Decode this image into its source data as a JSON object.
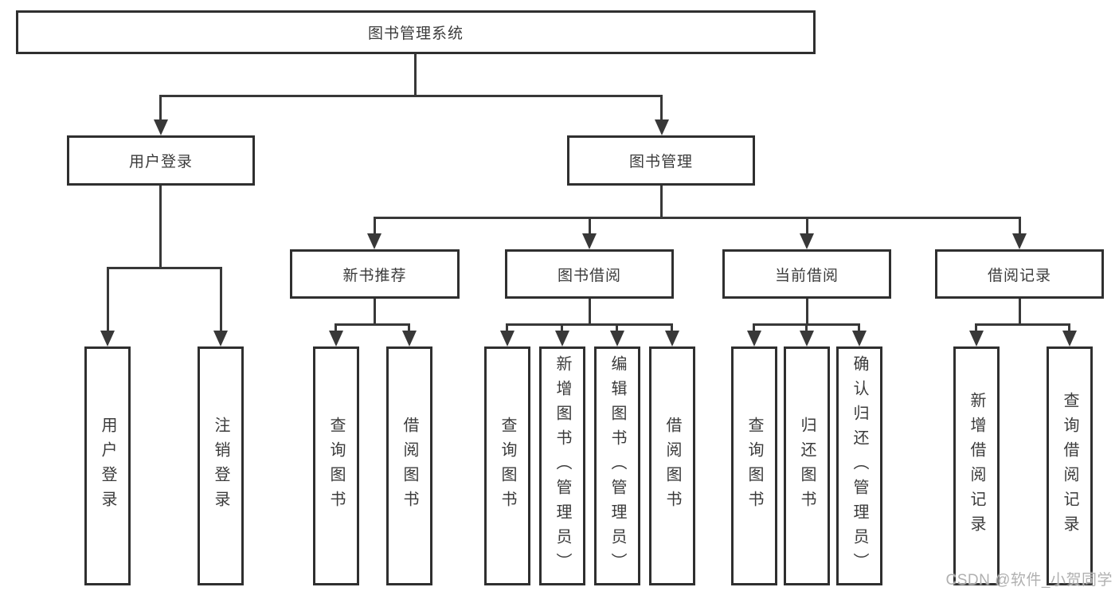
{
  "diagram": {
    "root": "图书管理系统",
    "user_login": {
      "label": "用户登录",
      "children": [
        "用户登录",
        "注销登录"
      ]
    },
    "book_management": {
      "label": "图书管理",
      "sections": [
        {
          "label": "新书推荐",
          "children": [
            "查询图书",
            "借阅图书"
          ]
        },
        {
          "label": "图书借阅",
          "children": [
            "查询图书",
            "新增图书（管理员）",
            "编辑图书（管理员）",
            "借阅图书"
          ]
        },
        {
          "label": "当前借阅",
          "children": [
            "查询图书",
            "归还图书",
            "确认归还（管理员）"
          ]
        },
        {
          "label": "借阅记录",
          "children": [
            "新增借阅记录",
            "查询借阅记录"
          ]
        }
      ]
    }
  },
  "watermark": "CSDN @软件_小贺同学",
  "colors": {
    "line": "#383838",
    "border": "#2f2f2f",
    "text": "#3b3b3b",
    "watermark": "#b0b0b0"
  }
}
